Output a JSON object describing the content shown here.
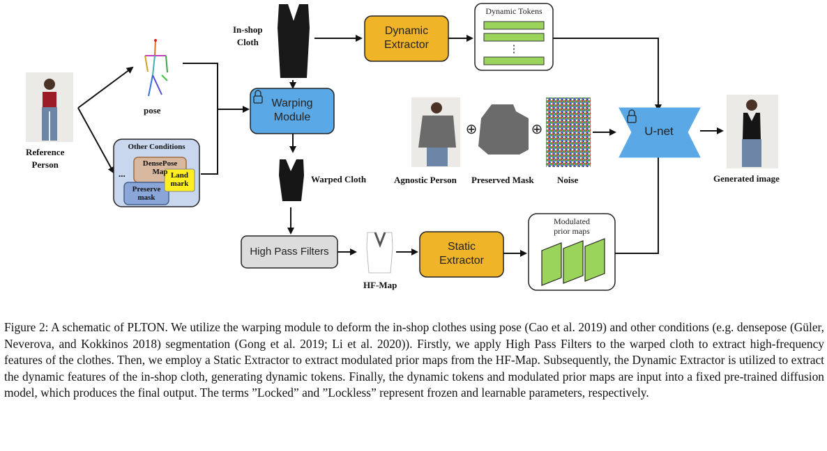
{
  "figure": {
    "reference_person": "Reference\nPerson",
    "pose": "pose",
    "other_conditions": "Other Conditions",
    "densepose_map": "DensePose\nMap",
    "landmark": "Land\nmark",
    "preserve_mask": "Preserve\nmask",
    "ellipsis": "...",
    "in_shop_cloth": "In-shop\nCloth",
    "warping_module": "Warping\nModule",
    "warped_cloth": "Warped Cloth",
    "high_pass_filters": "High Pass Filters",
    "hf_map": "HF-Map",
    "static_extractor": "Static\nExtractor",
    "modulated_prior_maps": "Modulated\nprior maps",
    "dynamic_extractor": "Dynamic\nExtractor",
    "dynamic_tokens": "Dynamic Tokens",
    "token_dots": "⋮",
    "agnostic_person": "Agnostic Person",
    "preserved_mask": "Preserved Mask",
    "noise": "Noise",
    "oplus": "⊕",
    "unet": "U-net",
    "generated_image": "Generated image",
    "lock_icon": "lock-icon",
    "colors": {
      "warping_blue": "#5aa9e6",
      "unet_blue": "#5aa9e6",
      "extractor_yellow": "#f0b429",
      "token_green": "#9bd45a",
      "conditions_fill": "#c8d6ee",
      "landmark_yellow": "#ffee22",
      "hpf_gray": "#dcdcdc"
    }
  },
  "caption": "Figure 2: A schematic of PLTON. We utilize the warping module to deform the in-shop clothes using pose  (Cao et al. 2019) and other conditions (e.g. densepose  (Güler, Neverova, and Kokkinos 2018) segmentation  (Gong et al. 2019; Li et al. 2020)). Firstly, we apply High Pass Filters to the warped cloth to extract high-frequency features of the clothes. Then, we employ a Static Extractor to extract modulated prior maps from the HF-Map. Subsequently, the Dynamic Extractor is utilized to extract the dynamic features of the in-shop cloth, generating dynamic tokens. Finally, the dynamic tokens and modulated prior maps are input into a fixed pre-trained diffusion model, which produces the final output. The terms ”Locked” and ”Lockless” represent frozen and learnable parameters, respectively."
}
